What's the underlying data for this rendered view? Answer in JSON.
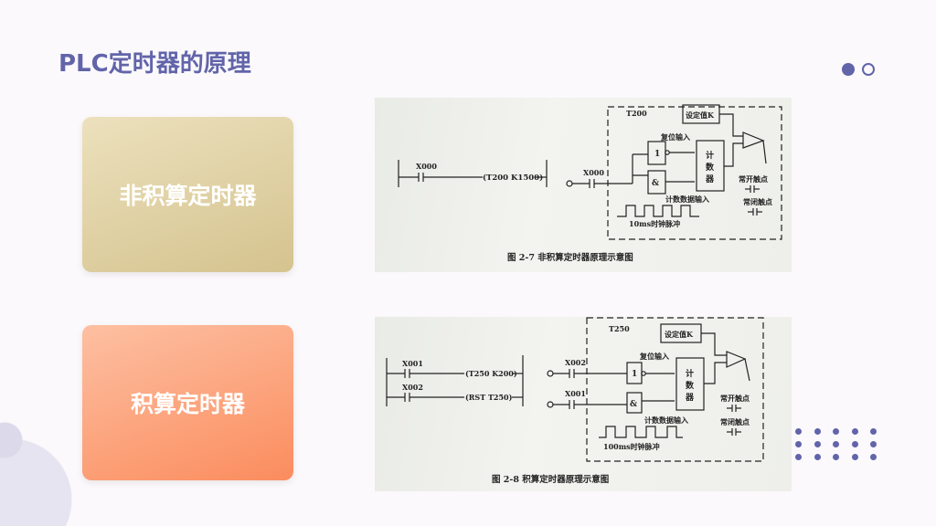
{
  "slide": {
    "title": "PLC定时器的原理",
    "cards": [
      {
        "label": "非积算定时器"
      },
      {
        "label": "积算定时器"
      }
    ],
    "figures": [
      {
        "caption": "图 2-7   非积算定时器原理示意图",
        "contact": "X000",
        "coil": "(T200 K1500)",
        "timer": "T200",
        "input_contact": "X000",
        "setpoint": "设定值K",
        "reset_input": "复位输入",
        "not_gate": "1",
        "and_gate": "&",
        "counter": [
          "计",
          "数",
          "器"
        ],
        "count_input": "计数数据输入",
        "clock": "10ms时钟脉冲",
        "no_contact": "常开触点",
        "nc_contact": "常闭触点"
      },
      {
        "caption": "图 2-8   积算定时器原理示意图",
        "contact1": "X001",
        "coil1": "(T250  K200)",
        "contact2": "X002",
        "coil2": "(RST  T250)",
        "timer": "T250",
        "input_reset": "X002",
        "input_count": "X001",
        "setpoint": "设定值K",
        "reset_input": "复位输入",
        "not_gate": "1",
        "and_gate": "&",
        "counter": [
          "计",
          "数",
          "器"
        ],
        "count_input": "计数数据输入",
        "clock": "100ms时钟脉冲",
        "no_contact": "常开触点",
        "nc_contact": "常闭触点"
      }
    ]
  },
  "colors": {
    "accent": "#6264aa",
    "card_gold": "#d5c38f",
    "card_orange": "#fb8c5e"
  }
}
